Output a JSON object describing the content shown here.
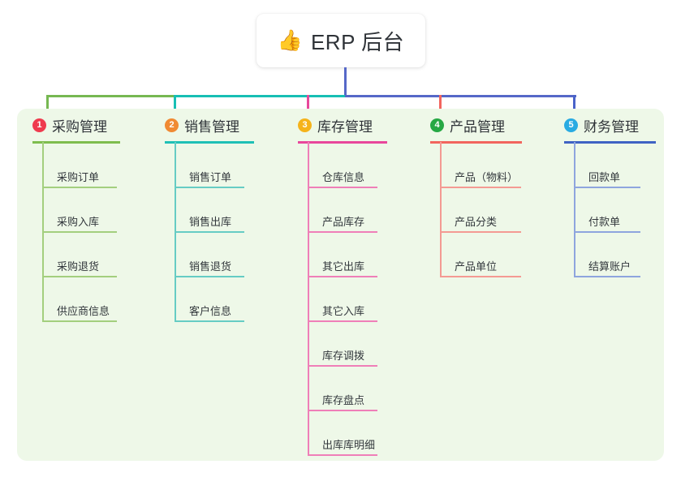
{
  "root": {
    "icon": "thumbs-up-icon",
    "emoji": "👍",
    "title": "ERP 后台"
  },
  "palette": {
    "panel_background": "#eef8e8",
    "page_background": "#ffffff",
    "text": "#2f3338"
  },
  "trunk": {
    "segments": [
      {
        "name": "trunk-green",
        "color": "#76b852"
      },
      {
        "name": "trunk-teal",
        "color": "#17bfb4"
      },
      {
        "name": "trunk-indigo",
        "color": "#5668c8"
      }
    ],
    "root_stem_color": "#5668c8"
  },
  "columns": [
    {
      "number": "1",
      "title": "采购管理",
      "badge_color": "#ef3b4e",
      "line_color": "#7ebd4e",
      "item_line_color": "#a3cf7e",
      "connector_color": "#76b852",
      "items": [
        {
          "label": "采购订单"
        },
        {
          "label": "采购入库"
        },
        {
          "label": "采购退货"
        },
        {
          "label": "供应商信息"
        }
      ]
    },
    {
      "number": "2",
      "title": "销售管理",
      "badge_color": "#f08a33",
      "line_color": "#1fc0b6",
      "item_line_color": "#66ccc4",
      "connector_color": "#17bfb4",
      "items": [
        {
          "label": "销售订单"
        },
        {
          "label": "销售出库"
        },
        {
          "label": "销售退货"
        },
        {
          "label": "客户信息"
        }
      ]
    },
    {
      "number": "3",
      "title": "库存管理",
      "badge_color": "#f5b31b",
      "line_color": "#e8479b",
      "item_line_color": "#ef7fb8",
      "connector_color": "#e8479b",
      "items": [
        {
          "label": "仓库信息"
        },
        {
          "label": "产品库存"
        },
        {
          "label": "其它出库"
        },
        {
          "label": "其它入库"
        },
        {
          "label": "库存调拨"
        },
        {
          "label": "库存盘点"
        },
        {
          "label": "出库库明细"
        }
      ]
    },
    {
      "number": "4",
      "title": "产品管理",
      "badge_color": "#26a844",
      "line_color": "#f2655e",
      "item_line_color": "#f49a93",
      "connector_color": "#f2655e",
      "items": [
        {
          "label": "产品（物料）"
        },
        {
          "label": "产品分类"
        },
        {
          "label": "产品单位"
        }
      ]
    },
    {
      "number": "5",
      "title": "财务管理",
      "badge_color": "#29abe2",
      "line_color": "#3f63c4",
      "item_line_color": "#8ea5de",
      "connector_color": "#4a63c9",
      "items": [
        {
          "label": "回款单"
        },
        {
          "label": "付款单"
        },
        {
          "label": "结算账户"
        }
      ]
    }
  ]
}
